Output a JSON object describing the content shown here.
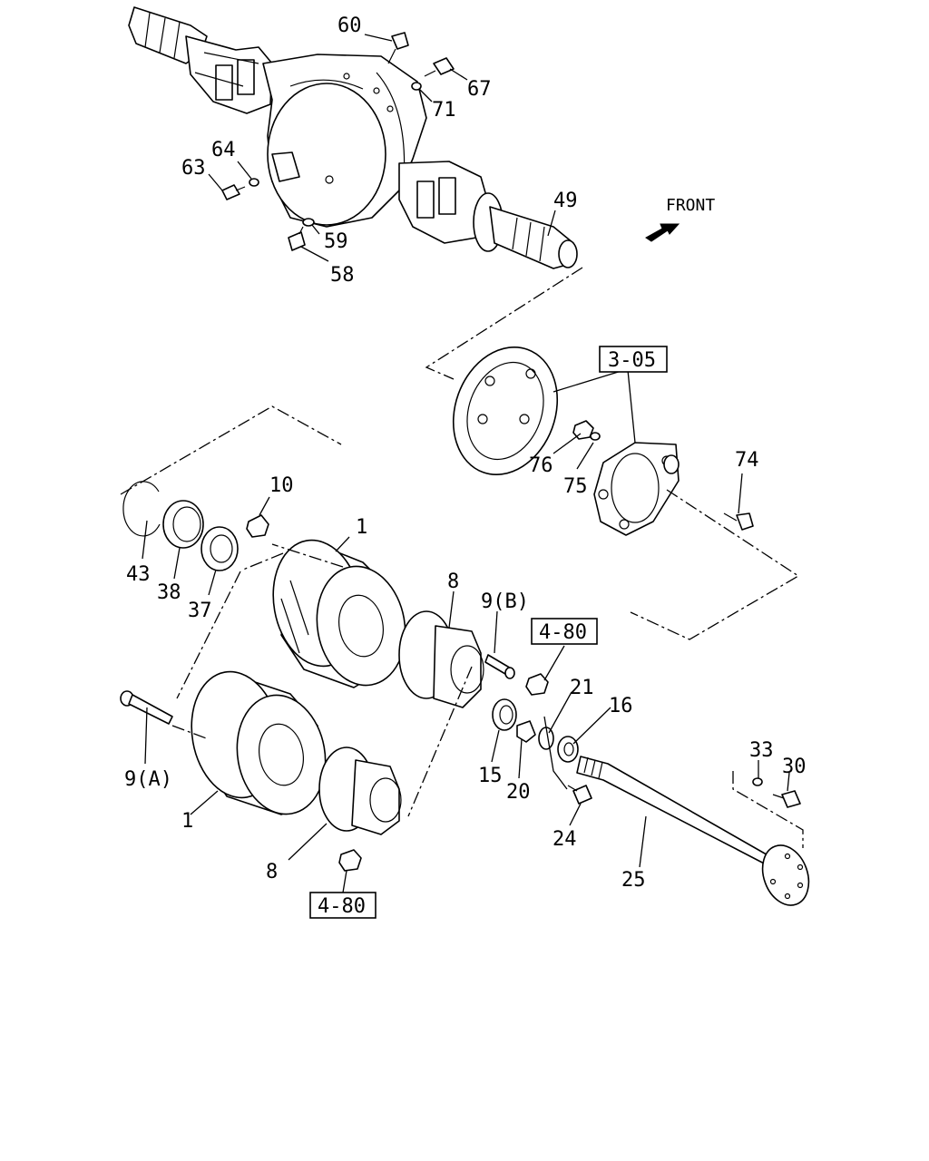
{
  "diagram": {
    "front_label": "FRONT",
    "callouts": {
      "p60": "60",
      "p67": "67",
      "p71": "71",
      "p64": "64",
      "p63": "63",
      "p59": "59",
      "p58": "58",
      "p49": "49",
      "p76": "76",
      "p75": "75",
      "p74": "74",
      "p10": "10",
      "p1a": "1",
      "p43": "43",
      "p38": "38",
      "p37": "37",
      "p8a": "8",
      "p9b": "9(B)",
      "p21": "21",
      "p16": "16",
      "p9a": "9(A)",
      "p1b": "1",
      "p15": "15",
      "p20": "20",
      "p33": "33",
      "p30": "30",
      "p24": "24",
      "p8b": "8",
      "p25": "25"
    },
    "ref_boxes": {
      "r305": "3-05",
      "r480a": "4-80",
      "r480b": "4-80"
    }
  }
}
